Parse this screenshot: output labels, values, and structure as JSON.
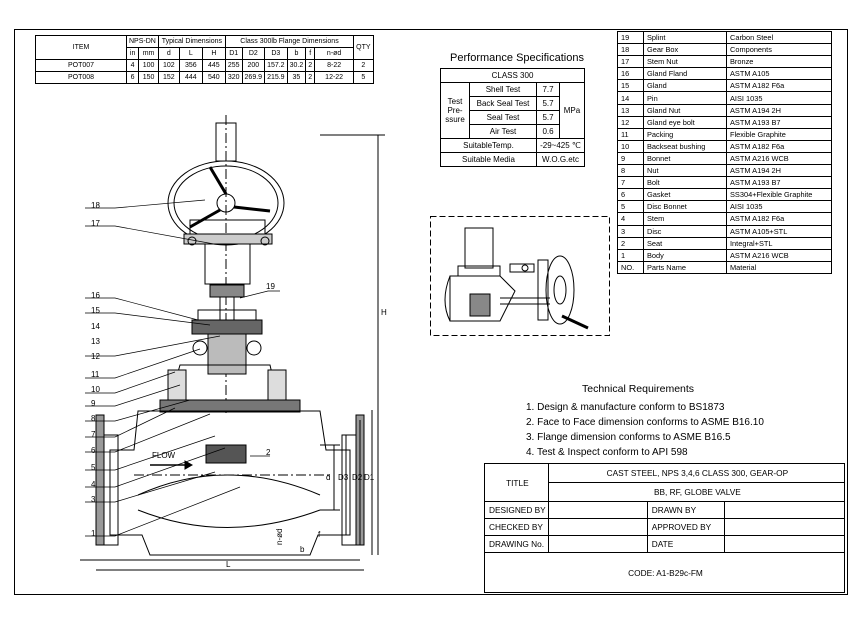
{
  "dimensions_table": {
    "header_item": "ITEM",
    "header_nps_dn": "NPS-DN",
    "header_typical": "Typical Dimensions",
    "header_flange": "Class 300lb Flange Dimensions",
    "subheaders": [
      "in",
      "mm",
      "d",
      "L",
      "H",
      "D1",
      "D2",
      "D3",
      "b",
      "f",
      "n-ød",
      "QTY"
    ],
    "rows": [
      [
        "POT007",
        "4",
        "100",
        "102",
        "356",
        "445",
        "255",
        "200",
        "157.2",
        "30.2",
        "2",
        "8-22",
        "2"
      ],
      [
        "POT008",
        "6",
        "150",
        "152",
        "444",
        "540",
        "320",
        "269.9",
        "215.9",
        "35",
        "2",
        "12-22",
        "5"
      ]
    ]
  },
  "performance": {
    "title": "Performance Specifications",
    "class": "CLASS 300",
    "test_pressure_label": "Test Pre- ssure",
    "tests": [
      {
        "name": "Shell Test",
        "value": "7.7"
      },
      {
        "name": "Back Seal Test",
        "value": "5.7"
      },
      {
        "name": "Seal Test",
        "value": "5.7"
      },
      {
        "name": "Air Test",
        "value": "0.6"
      }
    ],
    "unit": "MPa",
    "temp_label": "SuitableTemp.",
    "temp_value": "-29~425 ℃",
    "media_label": "Suitable Media",
    "media_value": "W.O.G.etc"
  },
  "parts": [
    [
      "19",
      "Splint",
      "Carbon Steel"
    ],
    [
      "18",
      "Gear Box",
      "Components"
    ],
    [
      "17",
      "Stem Nut",
      "Bronze"
    ],
    [
      "16",
      "Gland Fland",
      "ASTM A105"
    ],
    [
      "15",
      "Gland",
      "ASTM A182 F6a"
    ],
    [
      "14",
      "Pin",
      "AISI 1035"
    ],
    [
      "13",
      "Gland Nut",
      "ASTM A194 2H"
    ],
    [
      "12",
      "Gland eye bolt",
      "ASTM A193 B7"
    ],
    [
      "11",
      "Packing",
      "Flexible Graphite"
    ],
    [
      "10",
      "Backseat bushing",
      "ASTM A182 F6a"
    ],
    [
      "9",
      "Bonnet",
      "ASTM A216 WCB"
    ],
    [
      "8",
      "Nut",
      "ASTM A194 2H"
    ],
    [
      "7",
      "Bolt",
      "ASTM A193 B7"
    ],
    [
      "6",
      "Gasket",
      "SS304+Flexible Graphite"
    ],
    [
      "5",
      "Disc Bonnet",
      "AISI 1035"
    ],
    [
      "4",
      "Stem",
      "ASTM A182 F6a"
    ],
    [
      "3",
      "Disc",
      "ASTM A105+STL"
    ],
    [
      "2",
      "Seat",
      "Integral+STL"
    ],
    [
      "1",
      "Body",
      "ASTM A216 WCB"
    ],
    [
      "NO.",
      "Parts Name",
      "Material"
    ]
  ],
  "technical": {
    "title": "Technical Requirements",
    "items": [
      "1. Design & manufacture conform to BS1873",
      "2. Face to Face dimension conforms to ASME B16.10",
      "3. Flange dimension conforms to ASME B16.5",
      "4. Test & Inspect conform to API 598"
    ]
  },
  "title_block": {
    "title_label": "TITLE",
    "title_line1": "CAST STEEL, NPS 3,4,6 CLASS 300, GEAR-OP",
    "title_line2": "BB, RF, GLOBE VALVE",
    "designed_by": "DESIGNED BY",
    "drawn_by": "DRAWN BY",
    "checked_by": "CHECKED  BY",
    "approved_by": "APPROVED BY",
    "drawing_no": "DRAWING No.",
    "date": "DATE",
    "code": "CODE: A1-B29c-FM"
  },
  "drawing": {
    "callouts": [
      "18",
      "17",
      "16",
      "15",
      "14",
      "13",
      "12",
      "11",
      "10",
      "9",
      "8",
      "7",
      "6",
      "5",
      "4",
      "3",
      "1",
      "19",
      "2"
    ],
    "flow_label": "FLOW",
    "dim_H": "H",
    "dim_L": "L",
    "dim_d": "d",
    "dim_D3": "D3",
    "dim_D2": "D2",
    "dim_D1": "D1",
    "dim_b": "b",
    "dim_f": "f",
    "dim_n_od": "n-ød"
  }
}
